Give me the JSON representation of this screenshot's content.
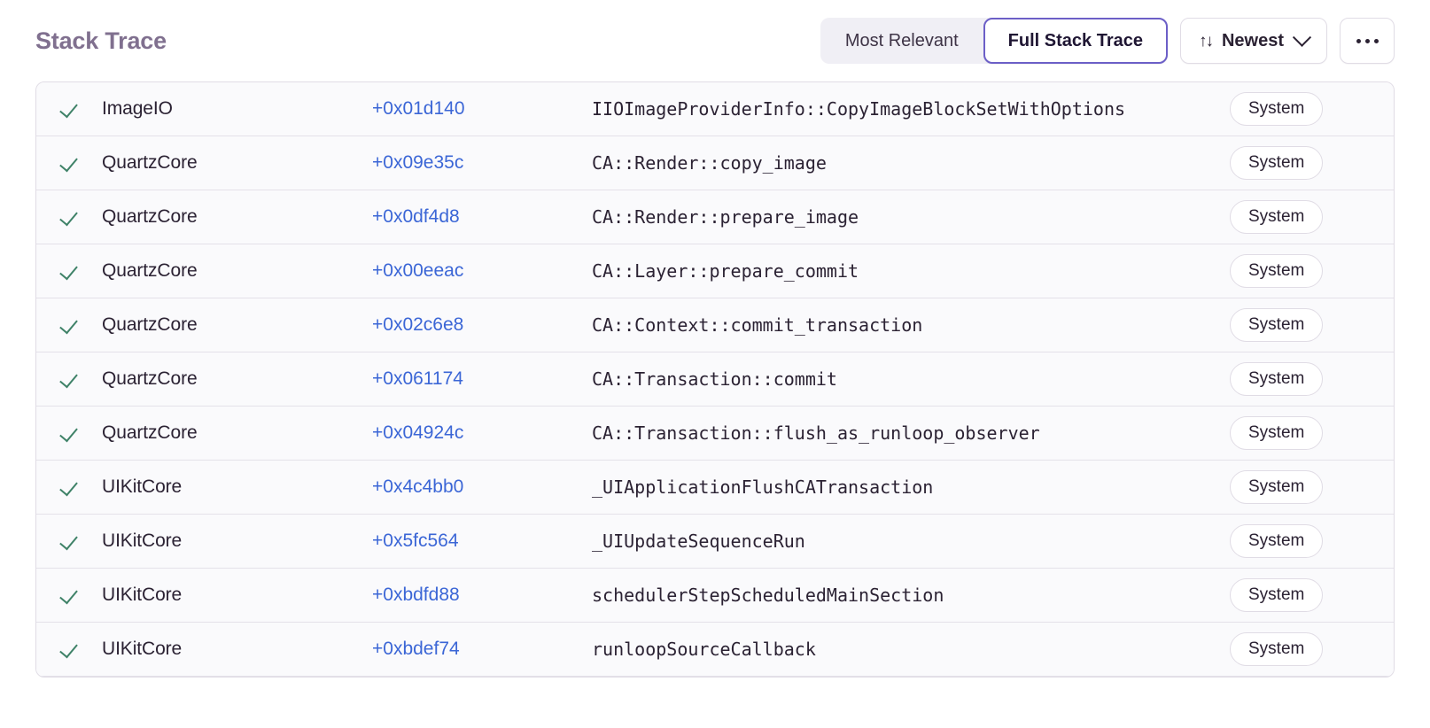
{
  "header": {
    "title": "Stack Trace",
    "segmented": {
      "options": [
        {
          "label": "Most Relevant",
          "selected": false
        },
        {
          "label": "Full Stack Trace",
          "selected": true
        }
      ]
    },
    "sort": {
      "icon": "sort-arrows-icon",
      "label": "Newest",
      "chevron": "chevron-down-icon"
    },
    "more": {
      "label": "...",
      "icon": "ellipsis-icon"
    }
  },
  "colors": {
    "accent_purple": "#6c5fc7",
    "link_blue": "#3b66d6",
    "check_green": "#3f8268",
    "title_muted": "#80708f",
    "row_bg": "#fafafc",
    "border": "#e0dce5"
  },
  "frames": [
    {
      "status_icon": "check-icon",
      "module": "ImageIO",
      "address": "+0x01d140",
      "function": "IIOImageProviderInfo::CopyImageBlockSetWithOptions",
      "badge": "System"
    },
    {
      "status_icon": "check-icon",
      "module": "QuartzCore",
      "address": "+0x09e35c",
      "function": "CA::Render::copy_image",
      "badge": "System"
    },
    {
      "status_icon": "check-icon",
      "module": "QuartzCore",
      "address": "+0x0df4d8",
      "function": "CA::Render::prepare_image",
      "badge": "System"
    },
    {
      "status_icon": "check-icon",
      "module": "QuartzCore",
      "address": "+0x00eeac",
      "function": "CA::Layer::prepare_commit",
      "badge": "System"
    },
    {
      "status_icon": "check-icon",
      "module": "QuartzCore",
      "address": "+0x02c6e8",
      "function": "CA::Context::commit_transaction",
      "badge": "System"
    },
    {
      "status_icon": "check-icon",
      "module": "QuartzCore",
      "address": "+0x061174",
      "function": "CA::Transaction::commit",
      "badge": "System"
    },
    {
      "status_icon": "check-icon",
      "module": "QuartzCore",
      "address": "+0x04924c",
      "function": "CA::Transaction::flush_as_runloop_observer",
      "badge": "System"
    },
    {
      "status_icon": "check-icon",
      "module": "UIKitCore",
      "address": "+0x4c4bb0",
      "function": "_UIApplicationFlushCATransaction",
      "badge": "System"
    },
    {
      "status_icon": "check-icon",
      "module": "UIKitCore",
      "address": "+0x5fc564",
      "function": "_UIUpdateSequenceRun",
      "badge": "System"
    },
    {
      "status_icon": "check-icon",
      "module": "UIKitCore",
      "address": "+0xbdfd88",
      "function": "schedulerStepScheduledMainSection",
      "badge": "System"
    },
    {
      "status_icon": "check-icon",
      "module": "UIKitCore",
      "address": "+0xbdef74",
      "function": "runloopSourceCallback",
      "badge": "System"
    }
  ]
}
